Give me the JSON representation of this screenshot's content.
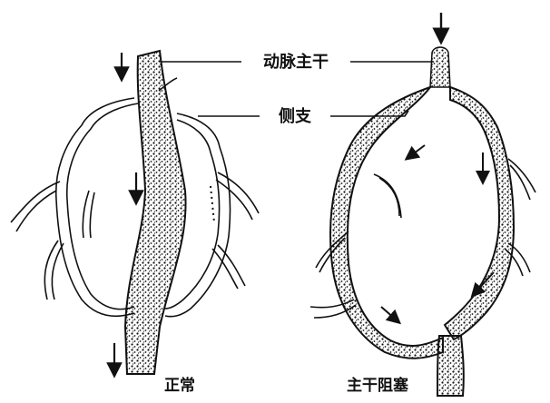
{
  "labels": {
    "artery_trunk": "动脉主干",
    "collateral": "侧支"
  },
  "captions": {
    "normal": "正常",
    "obstructed": "主干阻塞"
  },
  "colors": {
    "ink": "#111111",
    "paper": "#ffffff"
  }
}
